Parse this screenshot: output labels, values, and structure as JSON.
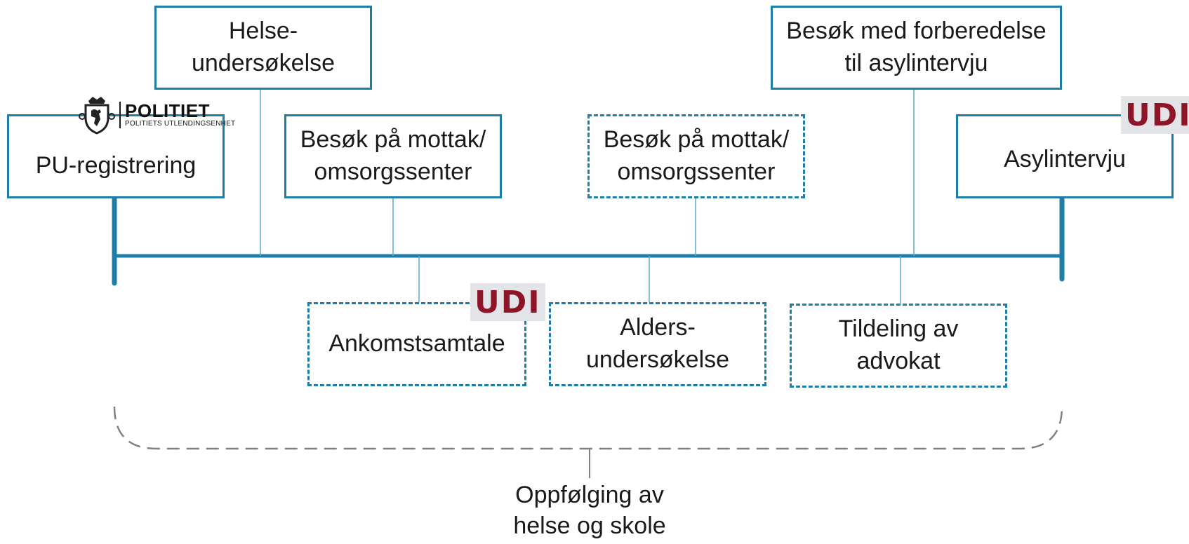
{
  "diagram": {
    "top_boxes": [
      {
        "id": "pu-registrering",
        "label": "PU-registrering"
      },
      {
        "id": "helse",
        "label": "Helse-\nundersøkelse"
      },
      {
        "id": "besok1",
        "label": "Besøk på mottak/\nomsorgssenter"
      },
      {
        "id": "besok2",
        "label": "Besøk på mottak/\nomsorgssenter"
      },
      {
        "id": "forberedelse",
        "label": "Besøk med forberedelse\ntil asylintervju"
      },
      {
        "id": "asylintervju",
        "label": "Asylintervju"
      }
    ],
    "bottom_boxes": [
      {
        "id": "ankomst",
        "label": "Ankomstsamtale"
      },
      {
        "id": "alder",
        "label": "Alders-\nundersøkelse"
      },
      {
        "id": "advokat",
        "label": "Tildeling av\nadvokat"
      }
    ],
    "followup_label": "Oppfølging av\nhelse og skole",
    "logos": {
      "udi_text": "UDI",
      "politiet_main": "POLITIET",
      "politiet_sub": "POLITIETS UTLENDINGSENHET"
    }
  },
  "colors": {
    "line": "#1f7ea8",
    "connector": "#5ba8c8",
    "bracket": "#808080",
    "udi_red": "#8e1427",
    "udi_bg": "#e3e4e7"
  }
}
